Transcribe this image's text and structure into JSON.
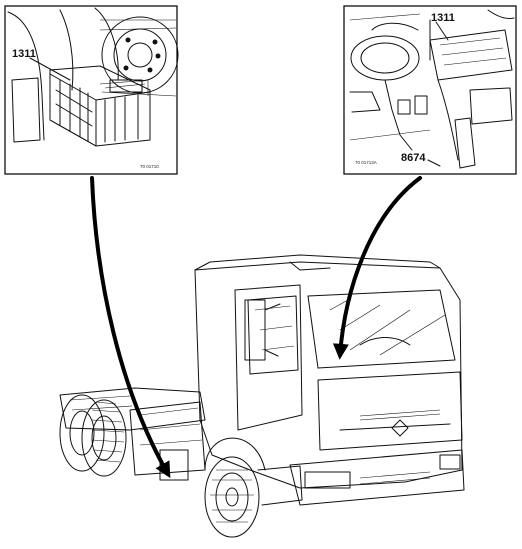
{
  "insets": {
    "left": {
      "callout": "1311",
      "ref_code": "70 01710"
    },
    "right": {
      "callout_top": "1311",
      "callout_bottom": "8674",
      "ref_code": "70 01713A"
    }
  }
}
